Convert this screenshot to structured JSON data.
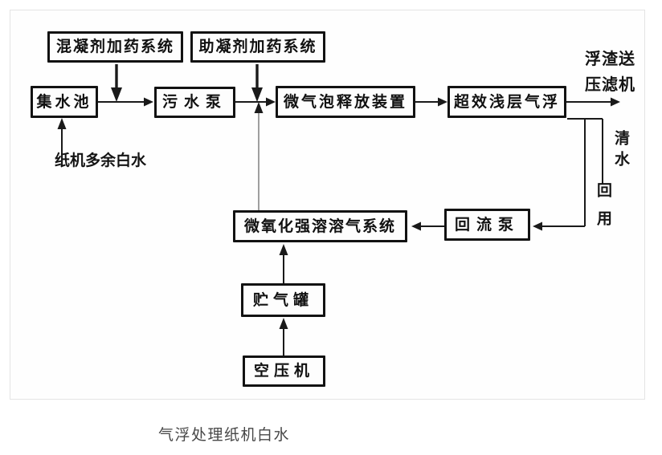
{
  "diagram": {
    "caption": "气浮处理纸机白水",
    "nodes": {
      "coagulant_dosing": "混凝剂加药系统",
      "flocculant_dosing": "助凝剂加药系统",
      "collect_tank": "集水池",
      "sewage_pump": "污水泵",
      "microbubble_release": "微气泡释放装置",
      "shallow_flotation": "超效浅层气浮",
      "dissolved_air_system": "微氧化强溶溶气系统",
      "return_pump": "回流泵",
      "gas_tank": "贮气罐",
      "air_compressor": "空压机"
    },
    "labels": {
      "white_water_in": "纸机多余白水",
      "scum_line1": "浮渣送",
      "scum_line2": "压滤机",
      "clear_water": "清水",
      "reuse": "回用"
    },
    "edges": [
      {
        "from": "纸机多余白水",
        "to": "集水池"
      },
      {
        "from": "混凝剂加药系统",
        "to": "集水池→污水泵管线"
      },
      {
        "from": "集水池",
        "to": "污水泵"
      },
      {
        "from": "助凝剂加药系统",
        "to": "污水泵→微气泡释放装置管线"
      },
      {
        "from": "污水泵",
        "to": "微气泡释放装置"
      },
      {
        "from": "微氧化强溶溶气系统",
        "to": "污水泵→微气泡释放装置管线"
      },
      {
        "from": "微气泡释放装置",
        "to": "超效浅层气浮"
      },
      {
        "from": "超效浅层气浮",
        "to": "浮渣送压滤机"
      },
      {
        "from": "超效浅层气浮",
        "to": "清水回用"
      },
      {
        "from": "超效浅层气浮",
        "to": "回流泵"
      },
      {
        "from": "回流泵",
        "to": "微氧化强溶溶气系统"
      },
      {
        "from": "贮气罐",
        "to": "微氧化强溶溶气系统"
      },
      {
        "from": "空压机",
        "to": "贮气罐"
      }
    ],
    "colors": {
      "line": "#1a1a1a",
      "thin_line": "#777777",
      "box_border": "#121212",
      "caption_text": "#474747",
      "frame_border": "#e4e4e4"
    }
  }
}
